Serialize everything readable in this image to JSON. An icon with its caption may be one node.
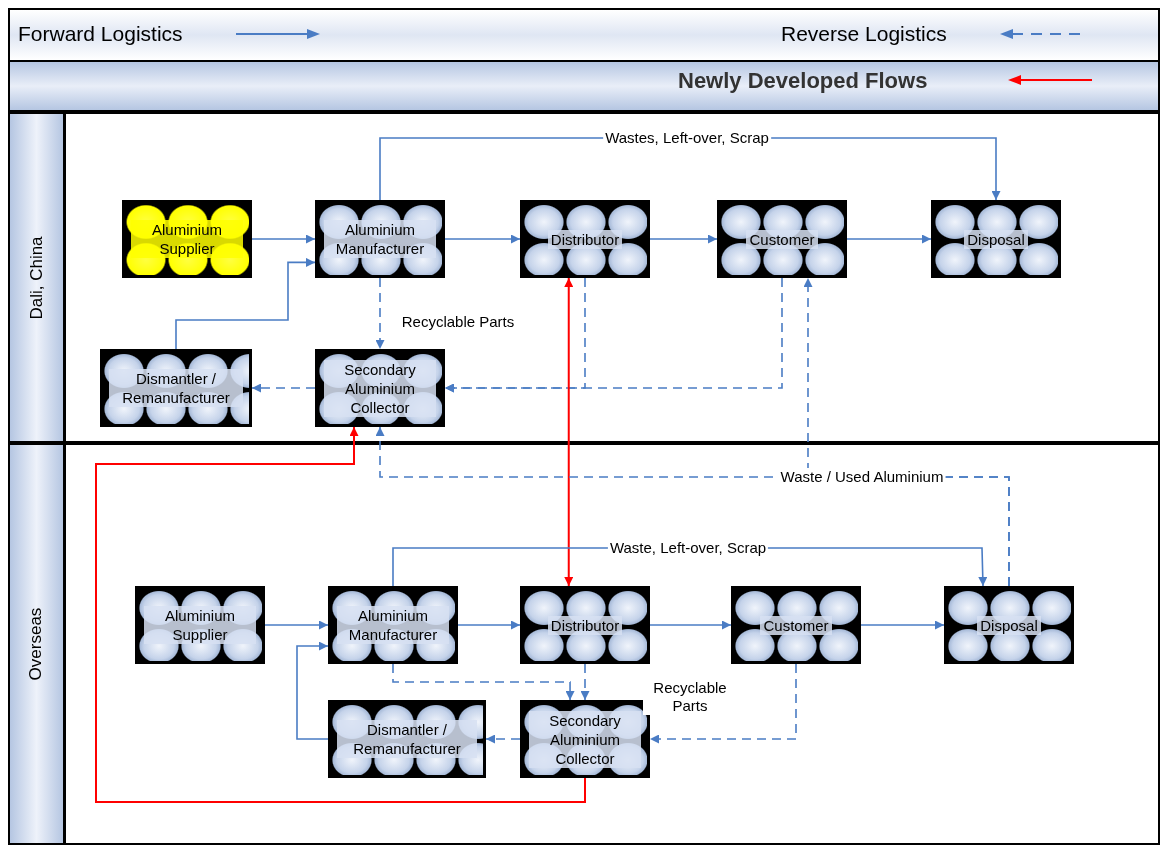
{
  "diagram": {
    "nodes": [
      {
        "text": [
          "Dali, China"
        ]
      },
      {
        "text": [
          "Aluminium Supplier"
        ],
        "in": 0
      },
      {
        "text": [
          "Aluminium Manufacturer"
        ],
        "in": 0
      },
      {
        "text": [
          "Distributor"
        ],
        "in": 0
      },
      {
        "text": [
          "Customer"
        ],
        "in": 0
      },
      {
        "text": [
          "Disposal"
        ],
        "in": 0
      },
      {
        "text": [
          "Dismantler / Remanufacturer"
        ],
        "in": 0
      },
      {
        "text": [
          "Secondary Aluminium Collector"
        ],
        "in": 0
      },
      {
        "text": [
          "Overseas"
        ]
      },
      {
        "text": [
          "Aluminium Supplier"
        ],
        "in": 8
      },
      {
        "text": [
          "Aluminium Manufacturer"
        ],
        "in": 8
      },
      {
        "text": [
          "Distributor"
        ],
        "in": 8
      },
      {
        "text": [
          "Customer"
        ],
        "in": 8
      },
      {
        "text": [
          "Disposal"
        ],
        "in": 8
      },
      {
        "text": [
          "Dismantler / Remanufacturer"
        ],
        "in": 8
      },
      {
        "text": [
          "Secondary Aluminium Collector"
        ],
        "in": 8
      }
    ],
    "edges": [
      {
        "from": 1,
        "to": 2,
        "arrow": "to"
      },
      {
        "from": 2,
        "to": 3,
        "arrow": "to"
      },
      {
        "from": 3,
        "to": 4,
        "arrow": "to"
      },
      {
        "from": 4,
        "to": 5,
        "arrow": "to"
      },
      {
        "from": 2,
        "to": 5,
        "arrow": "to",
        "label": "Wastes, Left-over, Scrap"
      },
      {
        "from": 6,
        "to": 2,
        "arrow": "to"
      },
      {
        "from": 2,
        "to": 7,
        "arrow": "to",
        "style": "dashed",
        "label": "Recyclable Parts"
      },
      {
        "from": 7,
        "to": 6,
        "arrow": "to",
        "style": "dashed"
      },
      {
        "from": 3,
        "to": 7,
        "arrow": "to",
        "style": "dashed"
      },
      {
        "from": 4,
        "to": 7,
        "arrow": "to",
        "style": "dashed"
      },
      {
        "from": 3,
        "to": 11,
        "arrow": "both",
        "color": "#ff0000"
      },
      {
        "from": 15,
        "to": 7,
        "arrow": "to",
        "color": "#ff0000"
      },
      {
        "from": 13,
        "to": 7,
        "arrow": "to",
        "style": "dashed",
        "label": "Waste / Used Aluminium"
      },
      {
        "from": 13,
        "to": 4,
        "arrow": "to",
        "style": "dashed"
      },
      {
        "from": 9,
        "to": 10,
        "arrow": "to"
      },
      {
        "from": 10,
        "to": 11,
        "arrow": "to"
      },
      {
        "from": 11,
        "to": 12,
        "arrow": "to"
      },
      {
        "from": 12,
        "to": 13,
        "arrow": "to"
      },
      {
        "from": 10,
        "to": 13,
        "arrow": "to",
        "label": "Waste, Left-over, Scrap"
      },
      {
        "from": 14,
        "to": 10,
        "arrow": "to"
      },
      {
        "from": 10,
        "to": 15,
        "arrow": "to",
        "style": "dashed"
      },
      {
        "from": 11,
        "to": 15,
        "arrow": "to",
        "style": "dashed"
      },
      {
        "from": 12,
        "to": 15,
        "arrow": "to",
        "style": "dashed",
        "label": "Recyclable Parts"
      },
      {
        "from": 15,
        "to": 14,
        "arrow": "to",
        "style": "dashed"
      }
    ],
    "legend": [
      {
        "text": "Forward Logistics"
      },
      {
        "text": "Reverse Logistics"
      },
      {
        "text": "Newly Developed Flows"
      }
    ]
  }
}
